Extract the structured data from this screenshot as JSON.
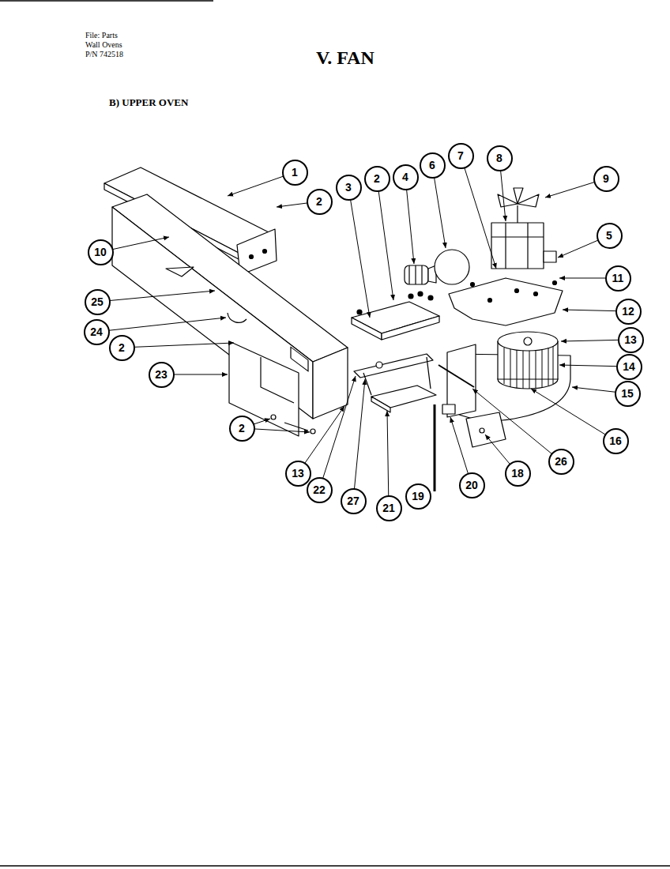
{
  "diagram": {
    "title": "V. FAN",
    "nodes": [
      {
        "text": [
          "1"
        ]
      },
      {
        "text": [
          "2"
        ]
      },
      {
        "text": [
          "3"
        ]
      },
      {
        "text": [
          "2"
        ]
      },
      {
        "text": [
          "4"
        ]
      },
      {
        "text": [
          "6"
        ]
      },
      {
        "text": [
          "7"
        ]
      },
      {
        "text": [
          "8"
        ]
      },
      {
        "text": [
          "9"
        ]
      },
      {
        "text": [
          "5"
        ]
      },
      {
        "text": [
          "10"
        ]
      },
      {
        "text": [
          "11"
        ]
      },
      {
        "text": [
          "25"
        ]
      },
      {
        "text": [
          "12"
        ]
      },
      {
        "text": [
          "24"
        ]
      },
      {
        "text": [
          "13"
        ]
      },
      {
        "text": [
          "2"
        ]
      },
      {
        "text": [
          "14"
        ]
      },
      {
        "text": [
          "23"
        ]
      },
      {
        "text": [
          "15"
        ]
      },
      {
        "text": [
          "2"
        ]
      },
      {
        "text": [
          "16"
        ]
      },
      {
        "text": [
          "26"
        ]
      },
      {
        "text": [
          "18"
        ]
      },
      {
        "text": [
          "13"
        ]
      },
      {
        "text": [
          "20"
        ]
      },
      {
        "text": [
          "22"
        ]
      },
      {
        "text": [
          "19"
        ]
      },
      {
        "text": [
          "27"
        ]
      },
      {
        "text": [
          "21"
        ]
      }
    ],
    "labels": [
      "File: Parts",
      "Wall Ovens",
      "P/N 742518",
      "B) UPPER OVEN"
    ]
  }
}
